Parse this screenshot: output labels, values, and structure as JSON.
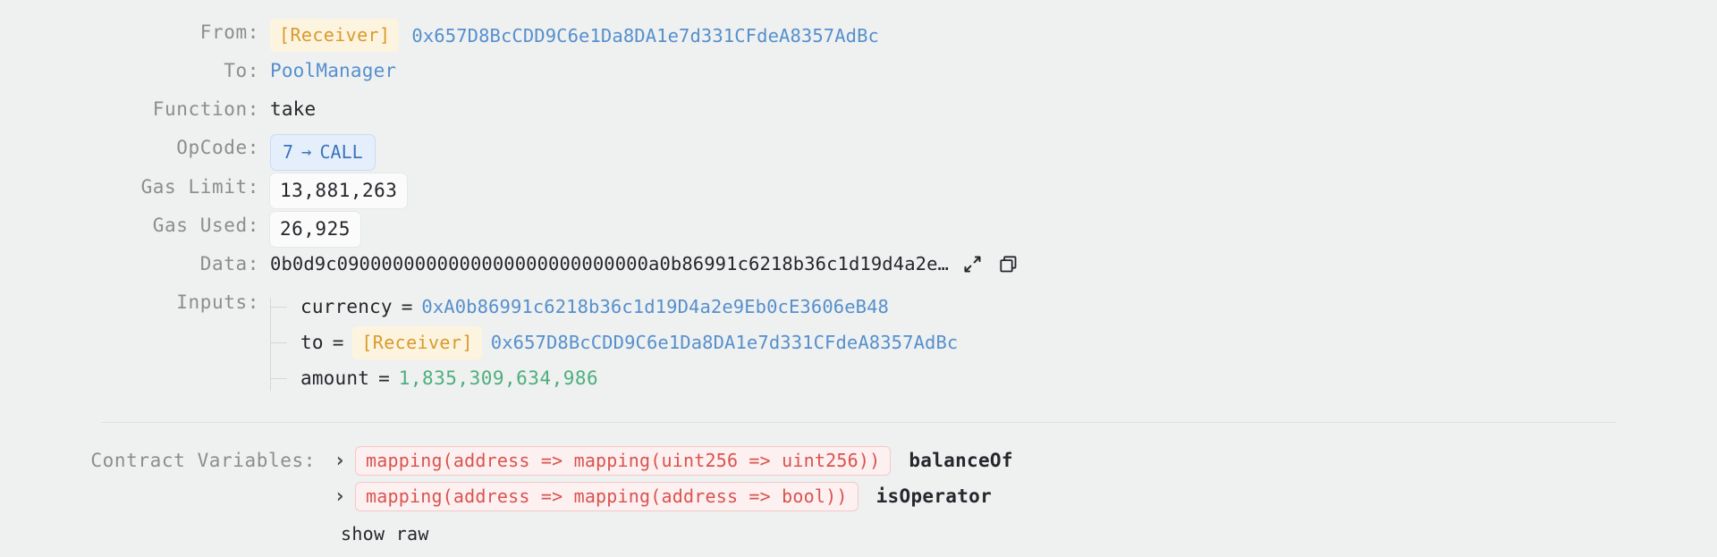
{
  "details": {
    "from": {
      "label": "From:",
      "tag": "[Receiver]",
      "address": "0x657D8BcCDD9C6e1Da8DA1e7d331CFdeA8357AdBc"
    },
    "to": {
      "label": "To:",
      "contract": "PoolManager"
    },
    "function": {
      "label": "Function:",
      "value": "take"
    },
    "opcode": {
      "label": "OpCode:",
      "index": "7",
      "arrow": "→",
      "name": "CALL"
    },
    "gas_limit": {
      "label": "Gas Limit:",
      "value": "13,881,263"
    },
    "gas_used": {
      "label": "Gas Used:",
      "value": "26,925"
    },
    "data": {
      "label": "Data:",
      "value": "0b0d9c0900000000000000000000000000a0b86991c6218b36c1d19d4a2e…",
      "expand_icon": "expand-icon",
      "copy_icon": "copy-icon"
    },
    "inputs": {
      "label": "Inputs:",
      "items": [
        {
          "name": "currency",
          "eq": "=",
          "kind": "address",
          "value": "0xA0b86991c6218b36c1d19D4a2e9Eb0cE3606eB48"
        },
        {
          "name": "to",
          "eq": "=",
          "kind": "tagged-address",
          "tag": "[Receiver]",
          "value": "0x657D8BcCDD9C6e1Da8DA1e7d331CFdeA8357AdBc"
        },
        {
          "name": "amount",
          "eq": "=",
          "kind": "number",
          "value": "1,835,309,634,986"
        }
      ]
    }
  },
  "contract_variables": {
    "label": "Contract Variables:",
    "chevron": "›",
    "items": [
      {
        "type": "mapping(address => mapping(uint256 => uint256))",
        "name": "balanceOf"
      },
      {
        "type": "mapping(address => mapping(address => bool))",
        "name": "isOperator"
      }
    ],
    "show_raw": "show raw"
  },
  "colors": {
    "background": "#eff0f0",
    "label_text": "#8b8d8f",
    "address_blue": "#5590cd",
    "tag_amber_text": "#d99a2b",
    "tag_amber_bg": "#fdf4e0",
    "opcode_blue_text": "#3b74b9",
    "opcode_blue_bg": "#e4effb",
    "amount_green": "#4caf7d",
    "type_red_text": "#d9534f",
    "type_red_bg": "#fdf0f0",
    "plain_text": "#24272b"
  }
}
